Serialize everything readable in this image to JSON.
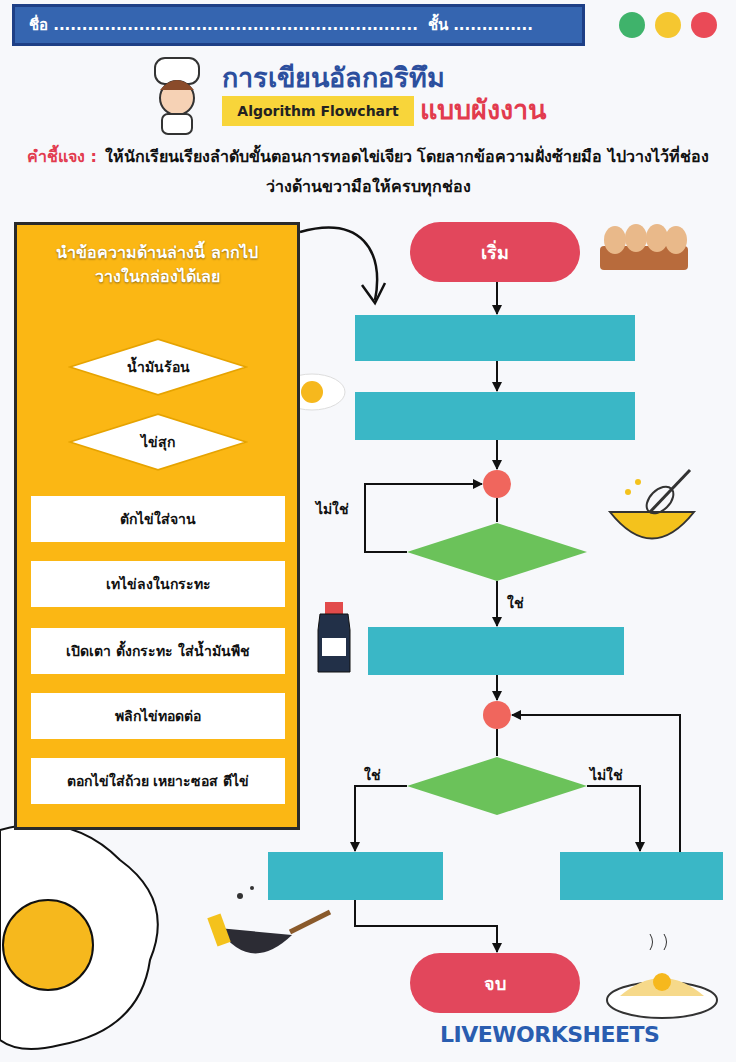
{
  "diagram": {
    "title": "การเขียนอัลกอริทึม",
    "nodes": [
      {
        "text": [
          "ชื่อ ................................................................",
          "ชั้น .............."
        ]
      },
      {
        "text": [
          "Algorithm Flowchart"
        ]
      },
      {
        "text": [
          "นำข้อความด้านล่างนี้ ลากไปวางในกล่องได้เลย"
        ]
      },
      {
        "text": [
          "น้ำมันร้อน"
        ],
        "in": 2
      },
      {
        "text": [
          "ไข่สุก"
        ],
        "in": 2
      },
      {
        "text": [
          "ตักไข่ใส่จาน"
        ],
        "in": 2
      },
      {
        "text": [
          "เทไข่ลงในกระทะ"
        ],
        "in": 2
      },
      {
        "text": [
          "เปิดเตา ตั้งกระทะ ใส่น้ำมันพืช"
        ],
        "in": 2
      },
      {
        "text": [
          "พลิกไข่ทอดต่อ"
        ],
        "in": 2
      },
      {
        "text": [
          "ตอกไข่ใส่ถ้วย เหยาะซอส ตีไข่"
        ],
        "in": 2
      },
      {
        "text": [
          "เริ่ม"
        ]
      },
      {
        "text": [
          "จบ"
        ]
      }
    ],
    "labels": [
      "แบบผังงาน",
      "คำชี้แจง :",
      "ให้นักเรียนเรียงลำดับขั้นตอนการทอดไข่เจียว โดยลากข้อความฝั่งซ้ายมือ ไปวางไว้ที่ช่องว่างด้านขวามือให้ครบทุกช่อง",
      "ไม่ใช่",
      "ใช่",
      "ใช่",
      "ไม่ใช่",
      "LIVEWORKSHEETS"
    ]
  }
}
